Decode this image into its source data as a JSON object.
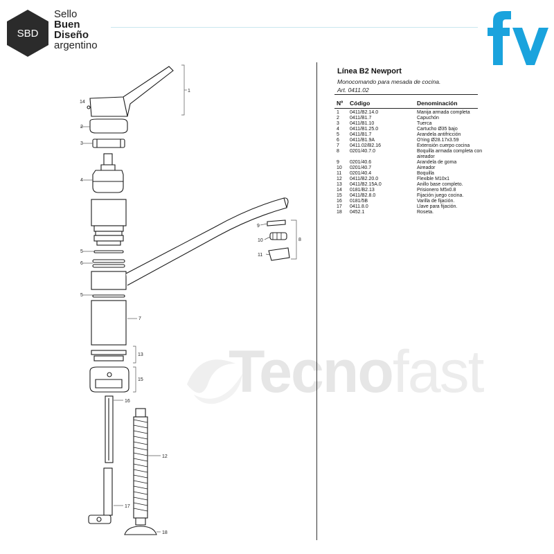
{
  "seal": {
    "badge": "SBD",
    "lines": [
      "Sello",
      "Buen",
      "Diseño",
      "argentino"
    ]
  },
  "brand_logo": "fv",
  "watermark": {
    "bold": "Tecno",
    "light": "fast"
  },
  "product": {
    "title": "Línea B2 Newport",
    "subtitle": "Monocomando para mesada de cocina.",
    "article": "Art. 0411.02"
  },
  "table": {
    "headers": [
      "Nº",
      "Código",
      "Denominación"
    ],
    "rows": [
      [
        "1",
        "0411/B2.14.0",
        "Manija armada completa"
      ],
      [
        "2",
        "0411/B1.7",
        "Capuchón"
      ],
      [
        "3",
        "0411/B1.10",
        "Tuerca"
      ],
      [
        "4",
        "0411/B1.25.0",
        "Cartucho Ø35 bajo"
      ],
      [
        "5",
        "0411/B1.7",
        "Arandela antifricción"
      ],
      [
        "6",
        "0411/B1.9A",
        "O'ring Ø28.17x3.59"
      ],
      [
        "7",
        "0411.02/B2.16",
        "Extensión cuerpo cocina"
      ],
      [
        "8",
        "0201/40.7.0",
        "Boquilla armada completa con aireador"
      ],
      [
        "9",
        "0201/40.6",
        "Arandela de goma"
      ],
      [
        "10",
        "0201/40.7",
        "Aireador"
      ],
      [
        "11",
        "0201/40.4",
        "Boquilla"
      ],
      [
        "12",
        "0411/B2.20.0",
        "Flexible M10x1"
      ],
      [
        "13",
        "0411/B2.15A.0",
        "Anillo base completo."
      ],
      [
        "14",
        "0181/B2.13",
        "Prisionero M5x0.8"
      ],
      [
        "15",
        "0411/B2.8.0",
        "Fijación juego cocina."
      ],
      [
        "16",
        "0181/5B",
        "Varilla de fijación."
      ],
      [
        "17",
        "0411.8.0",
        "Llave para fijación."
      ],
      [
        "18",
        "0452.1",
        "Roseta."
      ]
    ]
  },
  "callouts": [
    "1",
    "14",
    "2",
    "3",
    "4",
    "5",
    "6",
    "5",
    "7",
    "13",
    "15",
    "16",
    "12",
    "17",
    "18",
    "9",
    "10",
    "11",
    "8"
  ]
}
